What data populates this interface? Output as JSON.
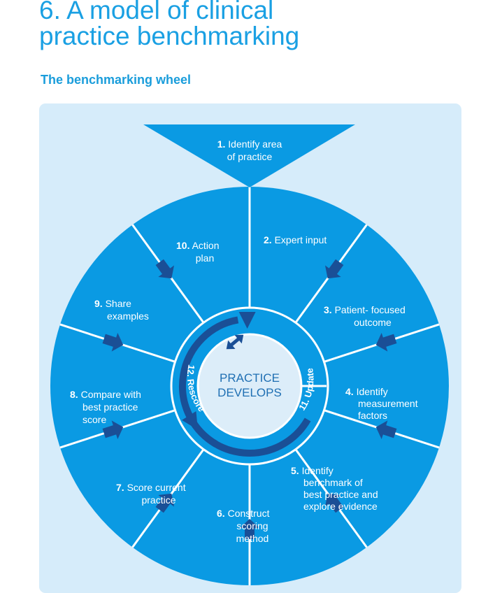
{
  "header": {
    "title_line1": "6. A model of clinical",
    "title_line2": "practice benchmarking",
    "subtitle": "The benchmarking wheel"
  },
  "center": {
    "line1": "PRACTICE",
    "line2": "DEVELOPS"
  },
  "top_step": {
    "num": "1.",
    "line1": " Identify area",
    "line2": "of practice"
  },
  "steps": [
    {
      "num": "2.",
      "lines": [
        " Expert input"
      ]
    },
    {
      "num": "3.",
      "lines": [
        " Patient- focused",
        "outcome"
      ]
    },
    {
      "num": "4.",
      "lines": [
        " Identify",
        "measurement",
        "factors"
      ]
    },
    {
      "num": "5.",
      "lines": [
        " Identify",
        "benchmark of",
        "best practice and",
        "explore evidence"
      ]
    },
    {
      "num": "6.",
      "lines": [
        " Construct",
        "scoring",
        "method"
      ]
    },
    {
      "num": "7.",
      "lines": [
        " Score current",
        "practice"
      ]
    },
    {
      "num": "8.",
      "lines": [
        " Compare with",
        "best practice",
        "score"
      ]
    },
    {
      "num": "9.",
      "lines": [
        " Share",
        "examples"
      ]
    },
    {
      "num": "10.",
      "lines": [
        " Action",
        "plan"
      ]
    }
  ],
  "ring": {
    "update": "11. Update",
    "rescore": "12. Rescore"
  },
  "colors": {
    "wheel": "#0a9ae3",
    "arrow": "#1a4f96",
    "panel": "#d6ecfa",
    "center": "#dcedf9"
  }
}
